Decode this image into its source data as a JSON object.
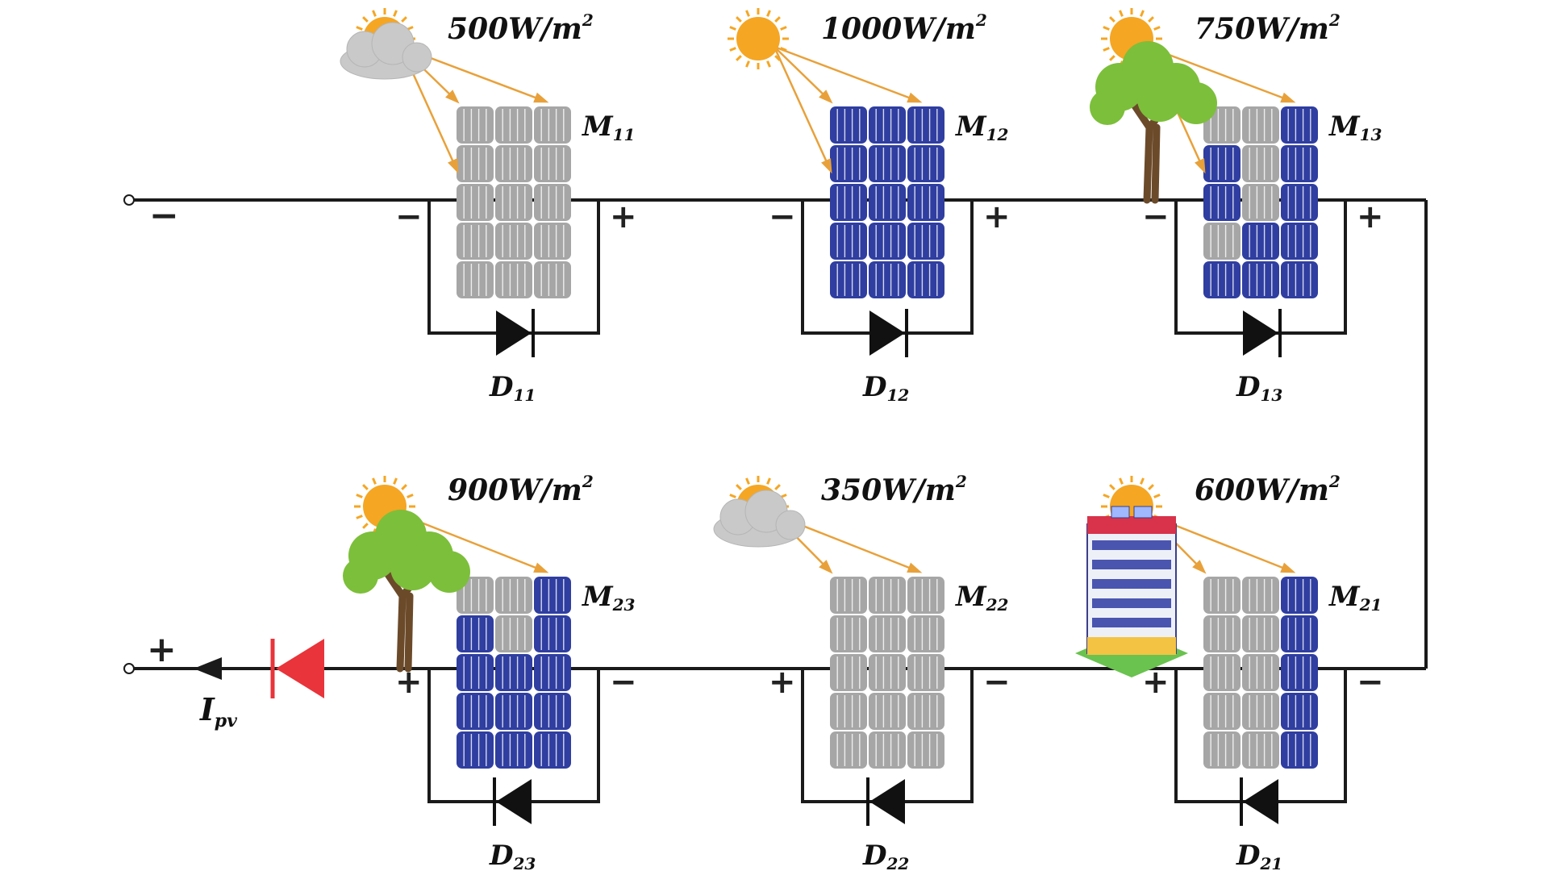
{
  "colors": {
    "wire": "#1a1a1a",
    "shaded_cell": "#a6a6a6",
    "lit_cell": "#2f3ea0",
    "sun": "#f5a623",
    "ray": "#e8a13a",
    "blocking_diode": "#e8343a",
    "tree_leaf": "#7cbf3a",
    "tree_trunk": "#6b4a2a"
  },
  "top_row": {
    "modules": [
      {
        "id": "M11",
        "label_main": "M",
        "label_sub": "11",
        "irradiance_value": "500W/m",
        "irradiance_exp": "2",
        "shade_source": "cloud",
        "diode_main": "D",
        "diode_sub": "11",
        "minus": "−",
        "plus": "+"
      },
      {
        "id": "M12",
        "label_main": "M",
        "label_sub": "12",
        "irradiance_value": "1000W/m",
        "irradiance_exp": "2",
        "shade_source": "none",
        "diode_main": "D",
        "diode_sub": "12",
        "minus": "−",
        "plus": "+"
      },
      {
        "id": "M13",
        "label_main": "M",
        "label_sub": "13",
        "irradiance_value": "750W/m",
        "irradiance_exp": "2",
        "shade_source": "tree",
        "diode_main": "D",
        "diode_sub": "13",
        "minus": "−",
        "plus": "+"
      }
    ]
  },
  "bottom_row": {
    "modules": [
      {
        "id": "M23",
        "label_main": "M",
        "label_sub": "23",
        "irradiance_value": "900W/m",
        "irradiance_exp": "2",
        "shade_source": "tree",
        "diode_main": "D",
        "diode_sub": "23",
        "minus": "−",
        "plus": "+"
      },
      {
        "id": "M22",
        "label_main": "M",
        "label_sub": "22",
        "irradiance_value": "350W/m",
        "irradiance_exp": "2",
        "shade_source": "cloud",
        "diode_main": "D",
        "diode_sub": "22",
        "minus": "−",
        "plus": "+"
      },
      {
        "id": "M21",
        "label_main": "M",
        "label_sub": "21",
        "irradiance_value": "600W/m",
        "irradiance_exp": "2",
        "shade_source": "building",
        "diode_main": "D",
        "diode_sub": "21",
        "minus": "−",
        "plus": "+"
      }
    ]
  },
  "string_terminals": {
    "top_left_sign": "−",
    "bottom_left_sign": "+"
  },
  "current": {
    "label_main": "I",
    "label_sub": "pv"
  }
}
